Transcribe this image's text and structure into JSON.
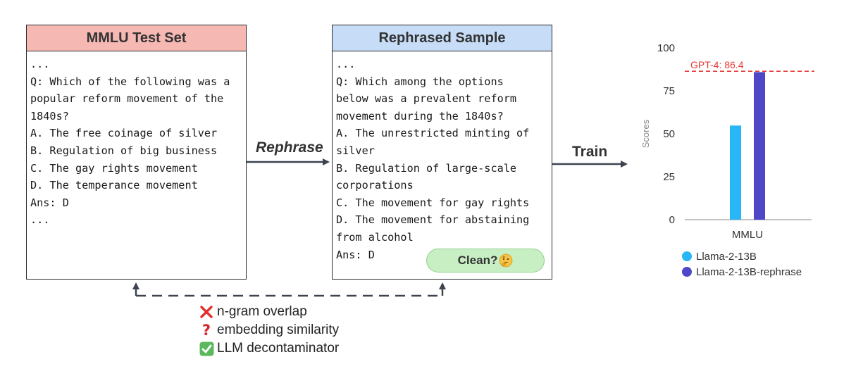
{
  "left_card": {
    "title": "MMLU Test Set",
    "lines": [
      "...",
      "Q: Which of the following was a",
      "popular reform movement of the",
      "1840s?",
      "A. The free coinage of silver",
      "B. Regulation of big business",
      "C. The gay rights movement",
      "D. The temperance movement",
      "Ans: D",
      "..."
    ]
  },
  "right_card": {
    "title": "Rephrased Sample",
    "lines": [
      "...",
      "Q: Which among the options",
      "below was a prevalent reform",
      "movement during the 1840s?",
      "A. The unrestricted minting of",
      "silver",
      "B. Regulation of large-scale",
      "corporations",
      "C. The movement for gay rights",
      "D. The movement for abstaining",
      "from alcohol",
      "Ans: D"
    ],
    "badge_label": "Clean?",
    "badge_icon": "thinking-face-icon"
  },
  "arrows": {
    "rephrase": "Rephrase",
    "train": "Train"
  },
  "methods": [
    {
      "label": "n-gram overlap",
      "icon": "cross-mark-icon"
    },
    {
      "label": "embedding similarity",
      "icon": "question-mark-icon"
    },
    {
      "label": "LLM decontaminator",
      "icon": "check-mark-icon"
    }
  ],
  "colors": {
    "left_header": "#f6b8b3",
    "right_header": "#c6dcf7",
    "badge": "#c8efc4",
    "series_1": "#29b6f6",
    "series_2": "#4f46c8",
    "reference_line": "#e53935"
  },
  "chart_data": {
    "type": "bar",
    "categories": [
      "MMLU"
    ],
    "series": [
      {
        "name": "Llama-2-13B",
        "values": [
          54.8
        ]
      },
      {
        "name": "Llama-2-13B-rephrase",
        "values": [
          85.9
        ]
      }
    ],
    "ylabel": "Scores",
    "xlabel": "",
    "ylim": [
      0,
      100
    ],
    "yticks": [
      0,
      25,
      50,
      75,
      100
    ],
    "reference_line": {
      "label": "GPT-4: 86.4",
      "value": 86.4,
      "style": "dashed"
    },
    "legend": "bottom",
    "grid": false
  }
}
